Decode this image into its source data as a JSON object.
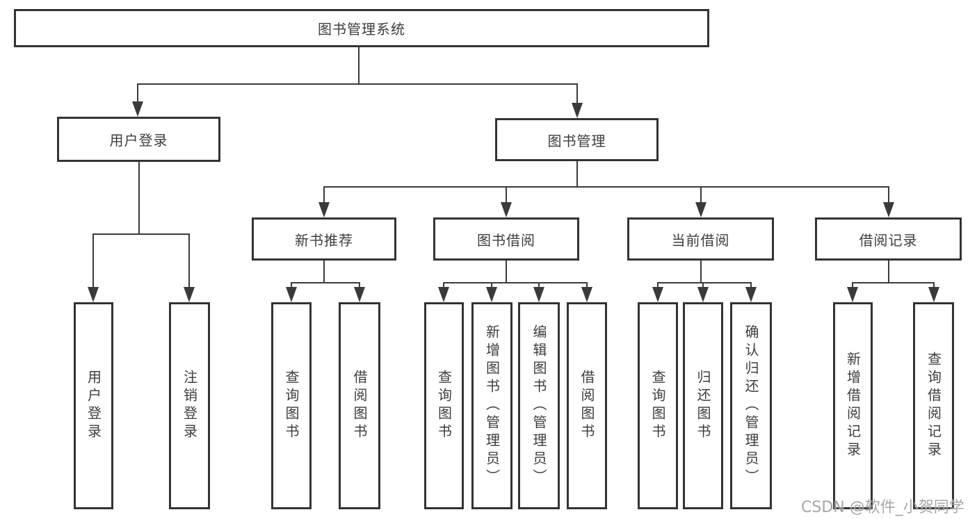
{
  "diagram": {
    "type": "hierarchy-tree",
    "watermark": "CSDN @软件_小贺同学",
    "colors": {
      "background": "#ffffff",
      "box_border": "#333333",
      "line": "#3a3a3a",
      "text": "#3d3d3d",
      "watermark": "#9e9e9e"
    },
    "tree": {
      "root": "图书管理系统",
      "children": [
        {
          "label": "用户登录",
          "children": [
            "用户登录",
            "注销登录"
          ]
        },
        {
          "label": "图书管理",
          "children": [
            {
              "label": "新书推荐",
              "children": [
                "查询图书",
                "借阅图书"
              ]
            },
            {
              "label": "图书借阅",
              "children": [
                "查询图书",
                "新增图书（管理员）",
                "编辑图书（管理员）",
                "借阅图书"
              ]
            },
            {
              "label": "当前借阅",
              "children": [
                "查询图书",
                "归还图书",
                "确认归还（管理员）"
              ]
            },
            {
              "label": "借阅记录",
              "children": [
                "新增借阅记录",
                "查询借阅记录"
              ]
            }
          ]
        }
      ]
    }
  }
}
